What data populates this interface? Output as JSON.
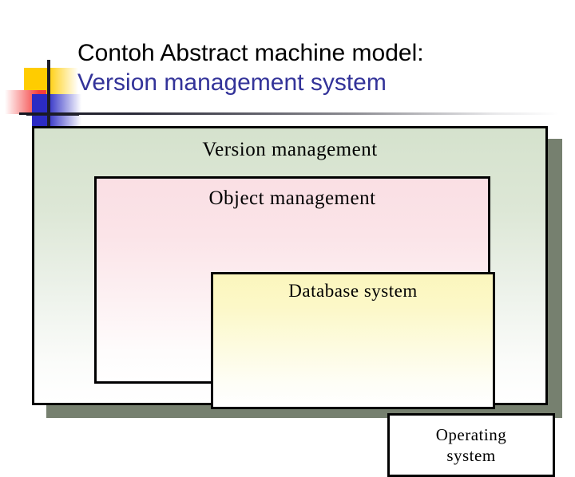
{
  "slide": {
    "background_color": "#ffffff"
  },
  "decoration": {
    "name": "powerpoint-template-squares",
    "yellow_color": "#ffcc00",
    "red_color": "#f43d3d",
    "blue_color": "#2b2bc4",
    "rule_color": "#1c1c28"
  },
  "title": {
    "line1": "Contoh Abstract machine model:",
    "line1_color": "#000000",
    "line2": "Version management system",
    "line2_color": "#333399"
  },
  "diagram": {
    "type": "nested-layer-diagram",
    "shadow_color": "#76806f",
    "border_color": "#000000",
    "layers": [
      {
        "label": "Version management",
        "fill_color": "#d5e2cd",
        "level": 1
      },
      {
        "label": "Object management",
        "fill_color": "#fadfe4",
        "level": 2
      },
      {
        "label": "Database system",
        "fill_color": "#fbf6bd",
        "level": 3
      },
      {
        "label": "Operating\nsystem",
        "fill_color": "#ffffff",
        "level": 4
      }
    ]
  }
}
